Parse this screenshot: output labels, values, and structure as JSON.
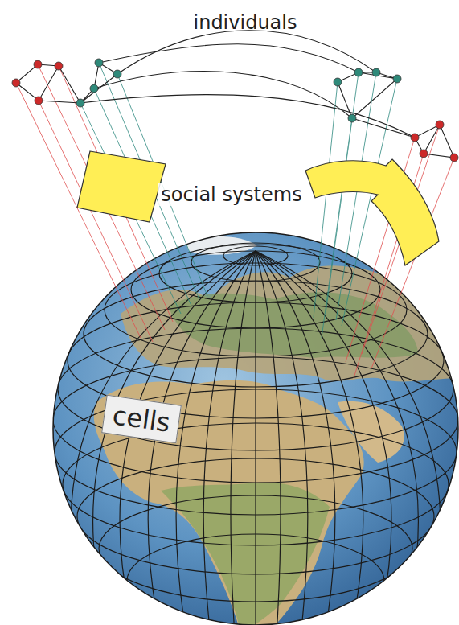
{
  "diagram": {
    "nodes": [
      {
        "text": [
          "cells"
        ]
      }
    ],
    "labels": [
      "individuals",
      "social systems"
    ]
  }
}
